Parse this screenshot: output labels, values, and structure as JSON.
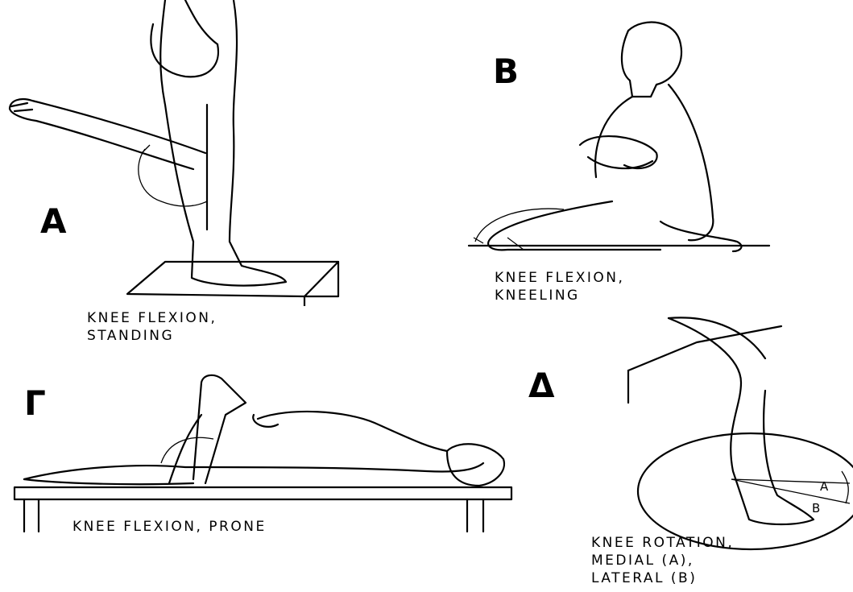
{
  "panels": {
    "a": {
      "letter": "A",
      "caption": [
        "KNEE FLEXION,",
        "STANDING"
      ]
    },
    "b": {
      "letter": "B",
      "caption": [
        "KNEE FLEXION,",
        "KNEELING"
      ]
    },
    "c": {
      "letter": "Γ",
      "caption": [
        "KNEE FLEXION, PRONE"
      ]
    },
    "d": {
      "letter": "Δ",
      "caption": [
        "KNEE ROTATION,",
        "MEDIAL (A),",
        "LATERAL (B)"
      ],
      "angle_labels": [
        "A",
        "B"
      ]
    }
  }
}
